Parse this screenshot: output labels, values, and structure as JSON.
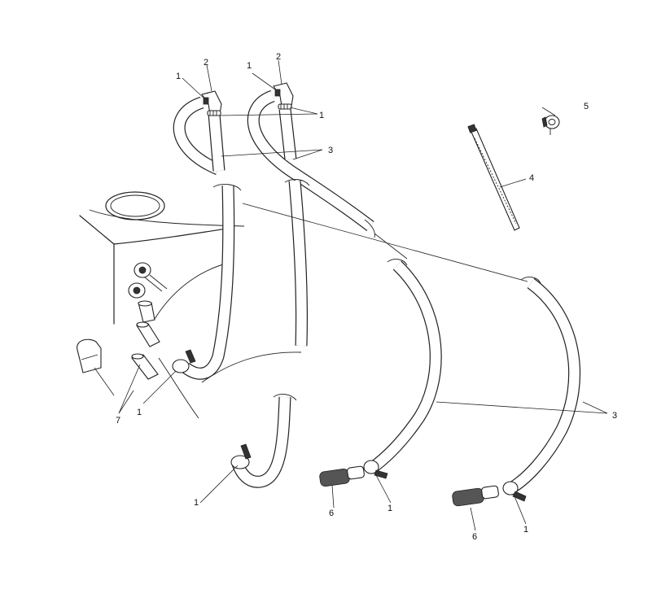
{
  "callouts": {
    "c_a": "1",
    "c_b": "2",
    "c_c": "1",
    "c_d": "2",
    "c_e": "1",
    "c_f": "5",
    "c_g": "3",
    "c_h": "4",
    "c_i": "7",
    "c_j": "1",
    "c_k": "3",
    "c_l": "1",
    "c_m": "6",
    "c_n": "1",
    "c_o": "6",
    "c_p": "1"
  }
}
